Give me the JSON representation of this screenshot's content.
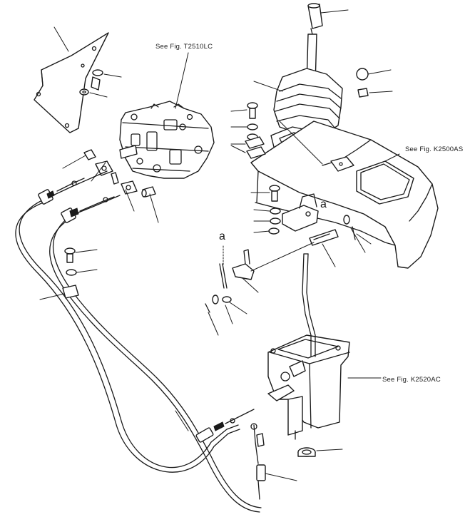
{
  "references": {
    "control_valve": "See Fig. T2510LC",
    "console": "See Fig. K2500AS",
    "lever_box": "See Fig. K2520AC"
  },
  "connection_marker": "a"
}
